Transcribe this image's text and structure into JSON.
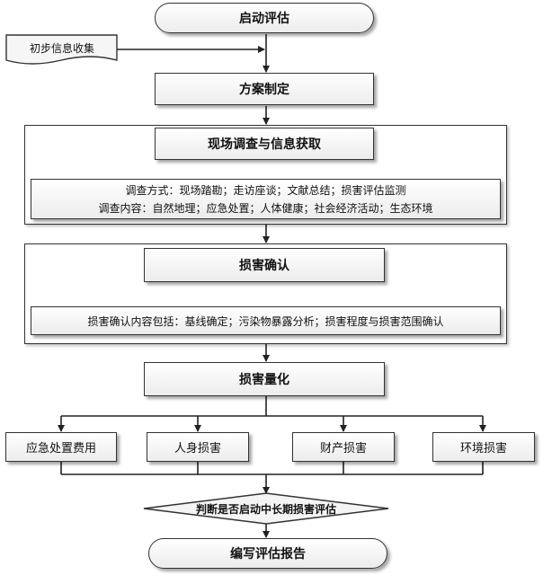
{
  "nodes": {
    "start": "启动评估",
    "initial_collect": "初步信息收集",
    "plan": "方案制定",
    "survey_title": "现场调查与信息获取",
    "survey_methods": "调查方式：现场踏勘；走访座谈；文献总结；损害评估监测",
    "survey_contents": "调查内容：自然地理；应急处置；人体健康；社会经济活动；生态环境",
    "confirm_title": "损害确认",
    "confirm_contents": "损害确认内容包括：基线确定；污染物暴露分析；损害程度与损害范围确认",
    "quantify": "损害量化",
    "branches": [
      "应急处置费用",
      "人身损害",
      "财产损害",
      "环境损害"
    ],
    "decision": "判断是否启动中长期损害评估",
    "report": "编写评估报告"
  }
}
